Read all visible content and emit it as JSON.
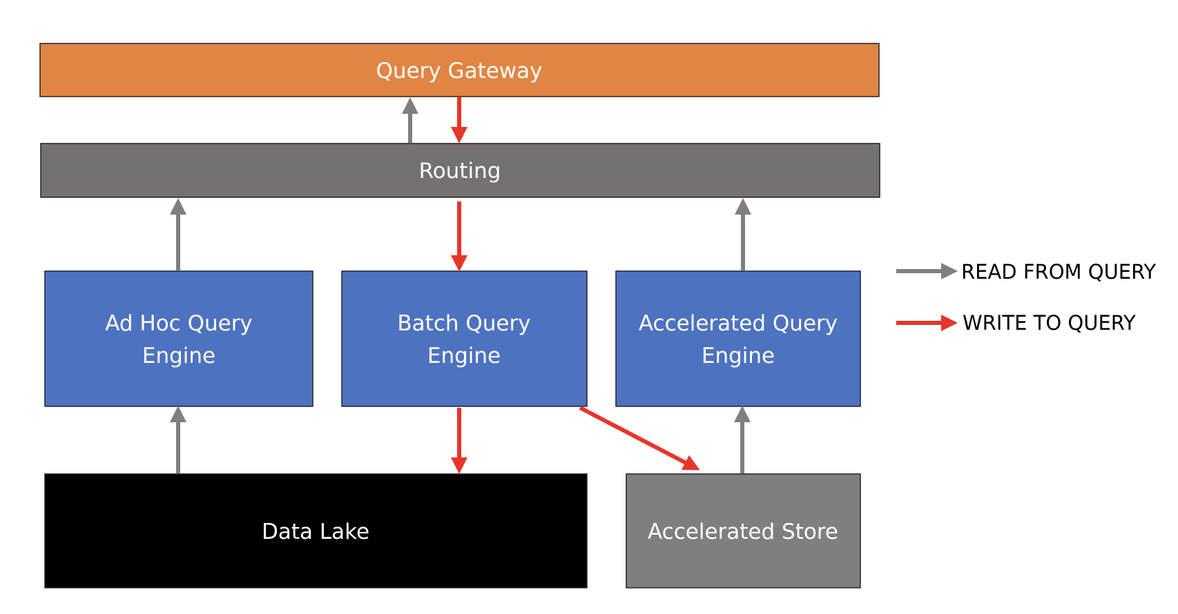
{
  "nodes": {
    "query_gateway": {
      "label": "Query Gateway",
      "color": "#e08544"
    },
    "routing": {
      "label": "Routing",
      "color": "#767171"
    },
    "adhoc_engine": {
      "label_line1": "Ad Hoc Query",
      "label_line2": "Engine",
      "color": "#4d72c0"
    },
    "batch_engine": {
      "label_line1": "Batch Query",
      "label_line2": "Engine",
      "color": "#4d72c0"
    },
    "accelerated_engine": {
      "label_line1": "Accelerated Query",
      "label_line2": "Engine",
      "color": "#4d72c0"
    },
    "data_lake": {
      "label": "Data Lake",
      "color": "#000000"
    },
    "accelerated_store": {
      "label": "Accelerated Store",
      "color": "#7f7f7f"
    }
  },
  "edges": [
    {
      "from": "routing",
      "to": "query_gateway",
      "kind": "read"
    },
    {
      "from": "query_gateway",
      "to": "routing",
      "kind": "write"
    },
    {
      "from": "adhoc_engine",
      "to": "routing",
      "kind": "read"
    },
    {
      "from": "routing",
      "to": "batch_engine",
      "kind": "write"
    },
    {
      "from": "accelerated_engine",
      "to": "routing",
      "kind": "read"
    },
    {
      "from": "data_lake",
      "to": "adhoc_engine",
      "kind": "read"
    },
    {
      "from": "batch_engine",
      "to": "data_lake",
      "kind": "write"
    },
    {
      "from": "batch_engine",
      "to": "accelerated_store",
      "kind": "write"
    },
    {
      "from": "accelerated_store",
      "to": "accelerated_engine",
      "kind": "read"
    }
  ],
  "legend": {
    "read": {
      "label": "READ FROM QUERY",
      "color": "#7f7f7f"
    },
    "write": {
      "label": "WRITE TO QUERY",
      "color": "#e8352a"
    }
  }
}
